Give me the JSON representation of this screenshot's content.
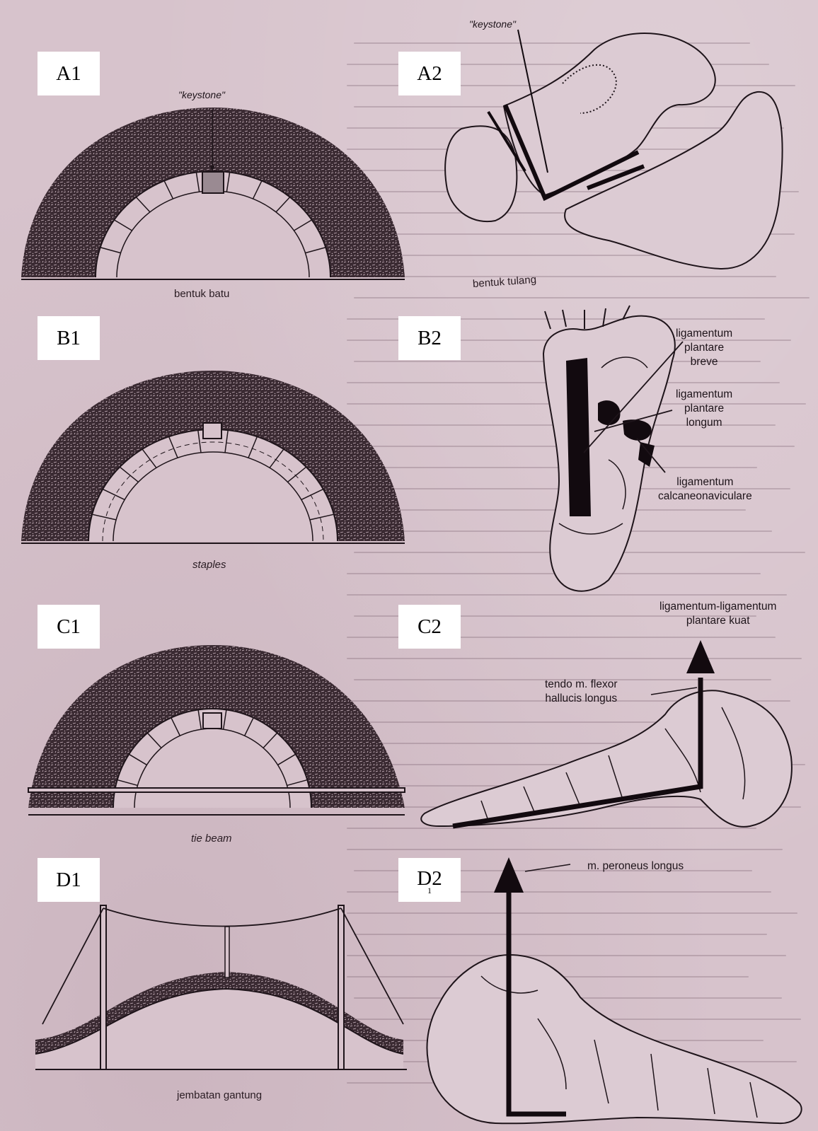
{
  "panels": {
    "a1": {
      "label": "A1",
      "keystone": "\"keystone\"",
      "caption": "bentuk batu"
    },
    "a2": {
      "label": "A2",
      "keystone": "\"keystone\"",
      "caption": "bentuk tulang"
    },
    "b1": {
      "label": "B1",
      "caption": "staples"
    },
    "b2": {
      "label": "B2",
      "lig_breve": [
        "ligamentum",
        "plantare",
        "breve"
      ],
      "lig_longum": [
        "ligamentum",
        "plantare",
        "longum"
      ],
      "lig_calcaneo": [
        "ligamentum",
        "calcaneonaviculare"
      ]
    },
    "c1": {
      "label": "C1",
      "caption": "tie beam"
    },
    "c2": {
      "label": "C2",
      "lig_kuat": [
        "ligamentum-ligamentum",
        "plantare kuat"
      ],
      "tendo": [
        "tendo m. flexor",
        "hallucis longus"
      ]
    },
    "d1": {
      "label": "D1",
      "caption": "jembatan gantung"
    },
    "d2": {
      "label": "D2",
      "label_sup": "1",
      "muscle": "m. peroneus longus"
    }
  },
  "colors": {
    "page": "#d7c3cc",
    "ink": "#1e141a",
    "label_box": "#ffffff"
  }
}
